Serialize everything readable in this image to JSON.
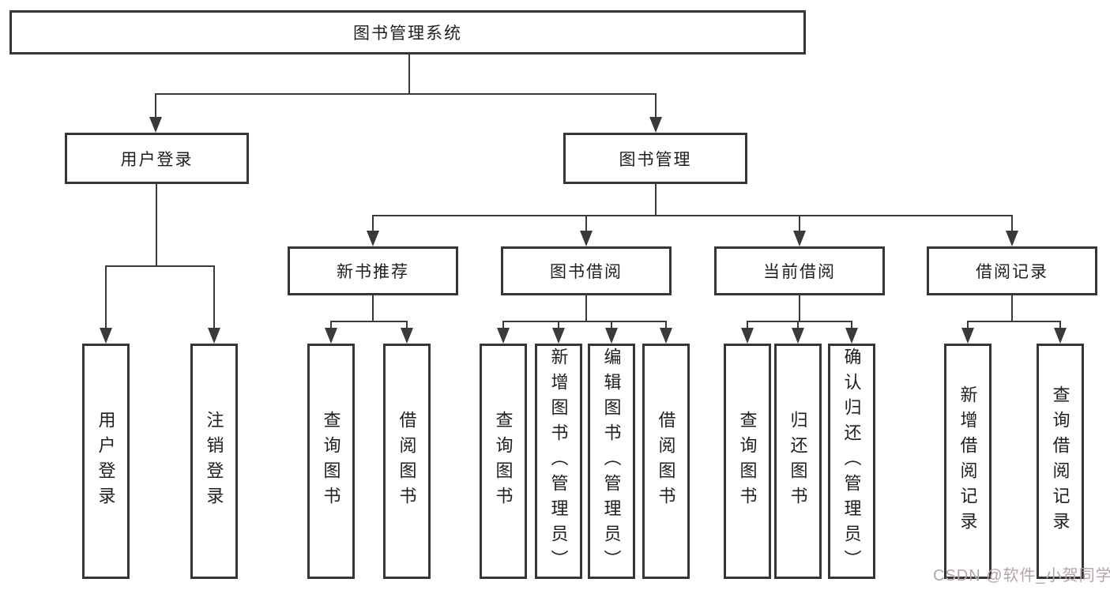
{
  "diagram": {
    "root": {
      "label": "图书管理系统"
    },
    "level2": {
      "user_login": {
        "label": "用户登录"
      },
      "book_management": {
        "label": "图书管理"
      }
    },
    "level3": {
      "new_book_rec": {
        "label": "新书推荐"
      },
      "book_borrow": {
        "label": "图书借阅"
      },
      "current_borrow": {
        "label": "当前借阅"
      },
      "borrow_records": {
        "label": "借阅记录"
      }
    },
    "leaves": {
      "user_login_leaf": "用户登录",
      "logout": "注销登录",
      "nb_query": "查询图书",
      "nb_borrow": "借阅图书",
      "bb_query": "查询图书",
      "bb_add": "新增图书（管理员）",
      "bb_edit": "编辑图书（管理员）",
      "bb_borrow": "借阅图书",
      "cb_query": "查询图书",
      "cb_return": "归还图书",
      "cb_confirm": "确认归还（管理员）",
      "br_add": "新增借阅记录",
      "br_query": "查询借阅记录"
    },
    "hierarchy": {
      "图书管理系统": {
        "用户登录": [
          "用户登录",
          "注销登录"
        ],
        "图书管理": {
          "新书推荐": [
            "查询图书",
            "借阅图书"
          ],
          "图书借阅": [
            "查询图书",
            "新增图书（管理员）",
            "编辑图书（管理员）",
            "借阅图书"
          ],
          "当前借阅": [
            "查询图书",
            "归还图书",
            "确认归还（管理员）"
          ],
          "借阅记录": [
            "新增借阅记录",
            "查询借阅记录"
          ]
        }
      }
    }
  },
  "watermark": {
    "text": "CSDN @软件_小贺同学"
  },
  "colors": {
    "line": "#3a3a3a",
    "border": "#363636",
    "text": "#1f1f1f",
    "watermark": "#b3a6a6",
    "background": "#ffffff"
  }
}
